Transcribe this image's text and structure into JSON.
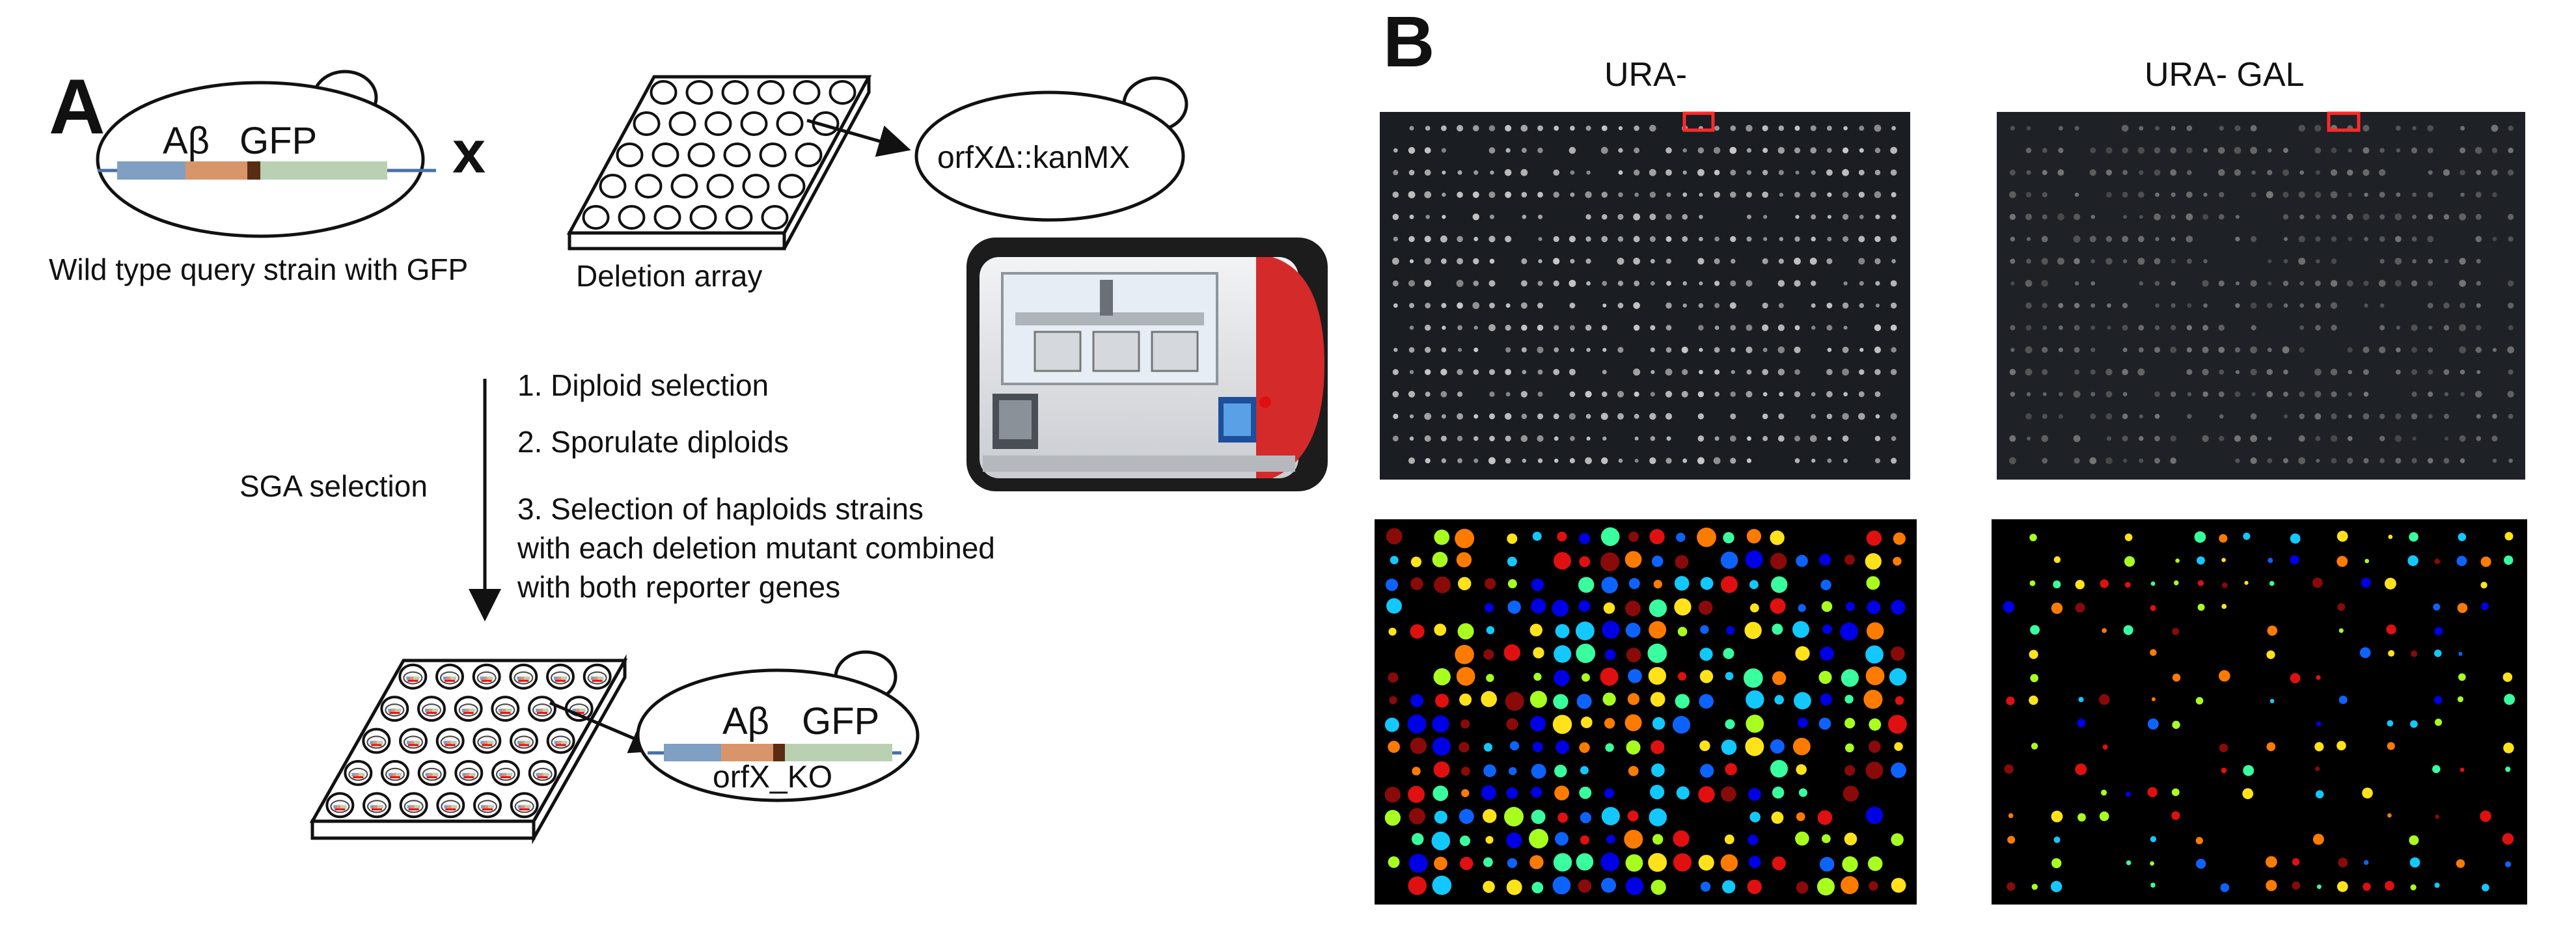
{
  "panel_a": {
    "label": "A",
    "query": {
      "ab": "Aβ",
      "gfp": "GFP",
      "caption": "Wild type query strain with GFP"
    },
    "cross": "x",
    "array": {
      "caption": "Deletion array",
      "deletion_label": "orfXΔ::kanMX"
    },
    "sga_label": "SGA selection",
    "steps": [
      "1. Diploid selection",
      "2. Sporulate diploids",
      "3. Selection of haploids strains",
      "with each deletion mutant combined",
      "with both reporter genes"
    ],
    "result": {
      "ab": "Aβ",
      "gfp": "GFP",
      "ko": "orfX_KO"
    },
    "colors": {
      "blue_segment": "#7f9fc3",
      "ab_segment": "#d9956a",
      "dark_segment": "#5a2d12",
      "gfp_segment": "#b9d1b2"
    },
    "robot_icon": "robot-photo-icon"
  },
  "panel_b": {
    "label": "B",
    "plates": [
      {
        "title": "URA-"
      },
      {
        "title": "URA- GAL"
      }
    ],
    "highlight_color": "#ff2a2a",
    "heatmap_colors": [
      "#0000e6",
      "#0d63ff",
      "#12c8ff",
      "#39ff9e",
      "#a8ff1f",
      "#ffe21a",
      "#ff7b00",
      "#e01010",
      "#8a0a0a"
    ]
  }
}
